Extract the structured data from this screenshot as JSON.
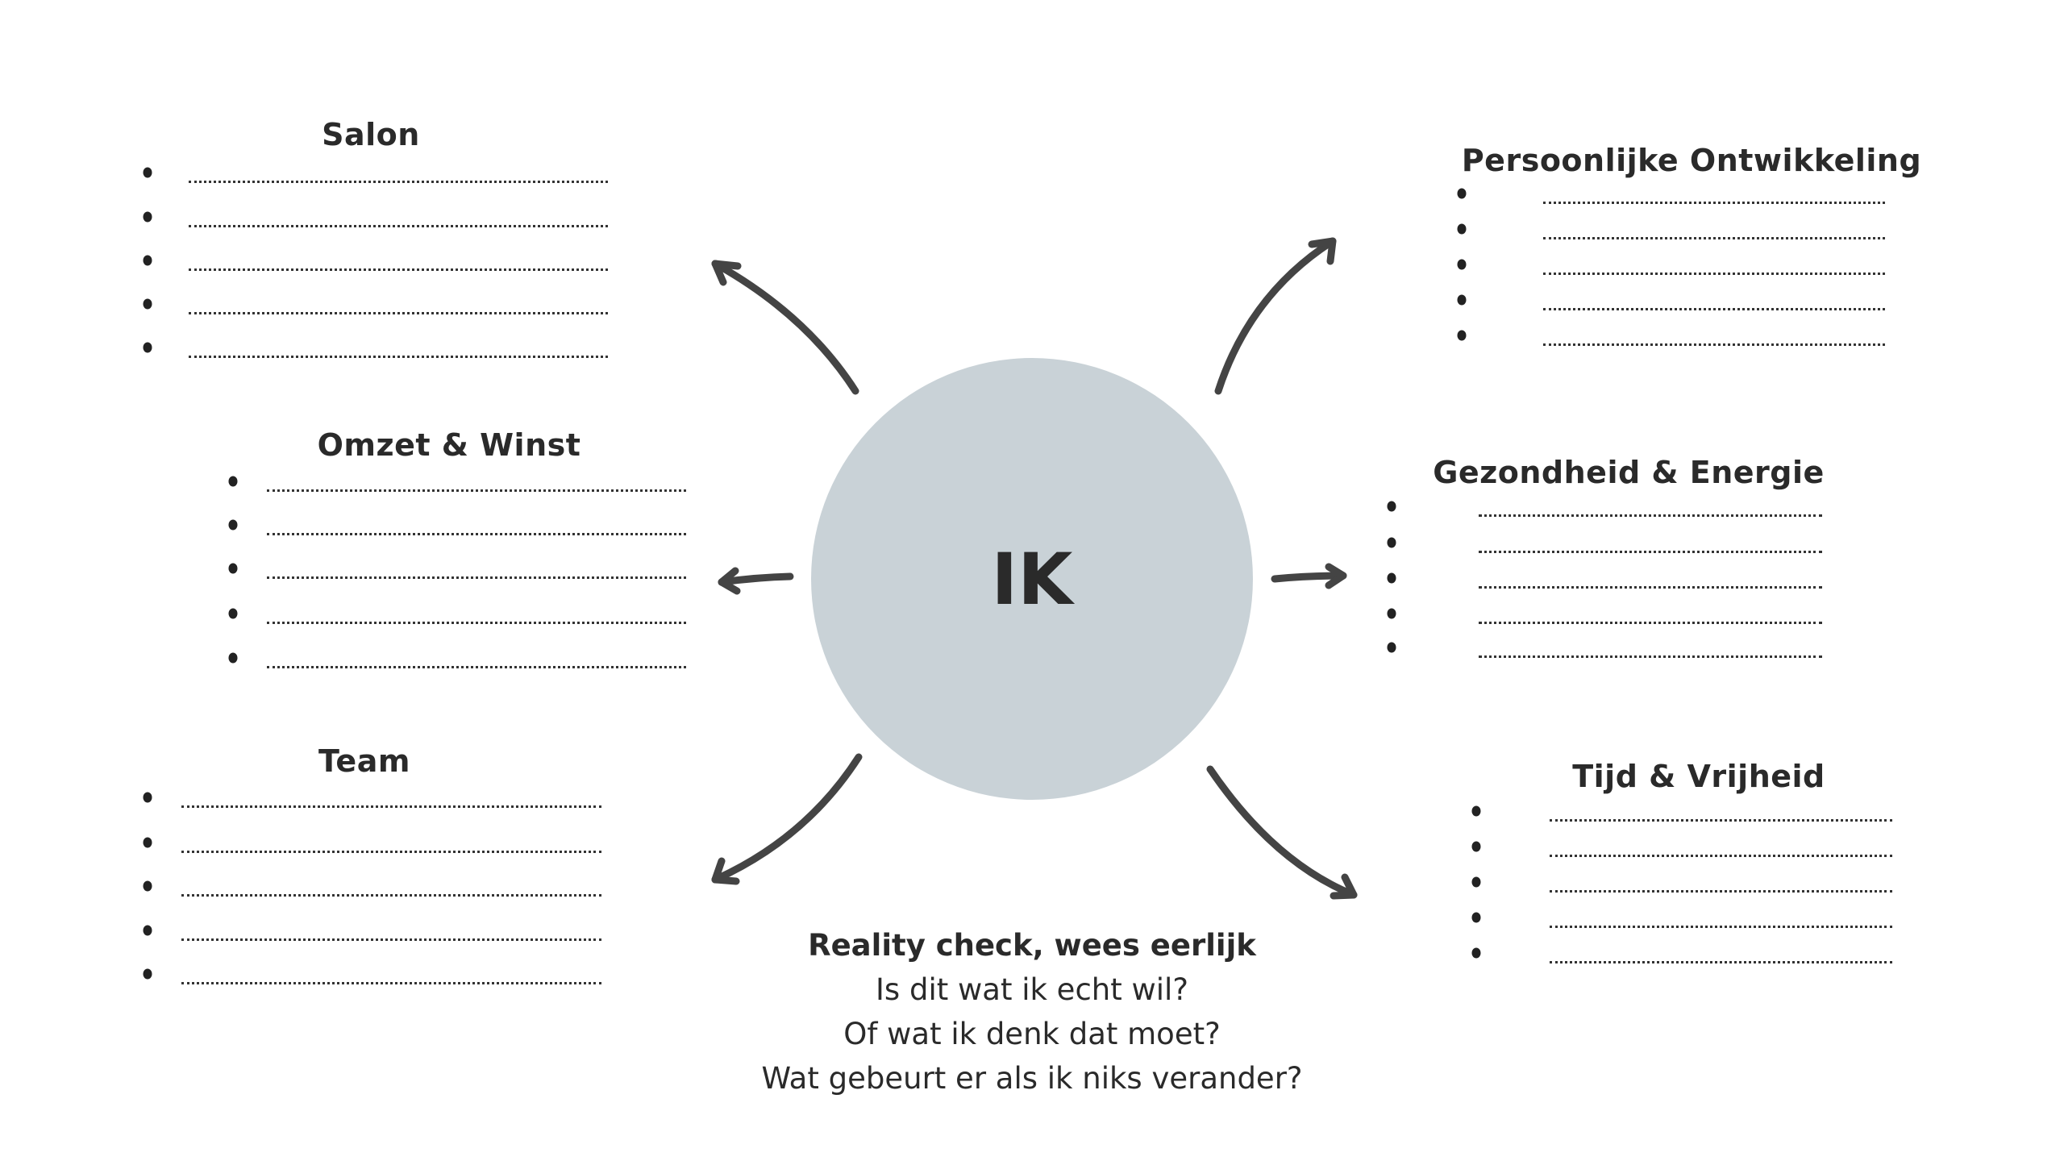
{
  "center": {
    "label": "IK",
    "color": "#c9d2d7"
  },
  "sections": [
    {
      "id": "salon",
      "title": "Salon",
      "items": 5
    },
    {
      "id": "omzet",
      "title": "Omzet & Winst",
      "items": 5
    },
    {
      "id": "team",
      "title": "Team",
      "items": 5
    },
    {
      "id": "persoonlijk",
      "title": "Persoonlijke Ontwikkeling",
      "items": 5
    },
    {
      "id": "gezondheid",
      "title": "Gezondheid & Energie",
      "items": 5
    },
    {
      "id": "tijd",
      "title": "Tijd & Vrijheid",
      "items": 5
    }
  ],
  "reality": {
    "heading": "Reality check, wees eerlijk",
    "lines": [
      "Is dit wat ik echt wil?",
      "Of wat ik denk dat moet?",
      "Wat gebeurt er als ik niks verander?"
    ]
  }
}
